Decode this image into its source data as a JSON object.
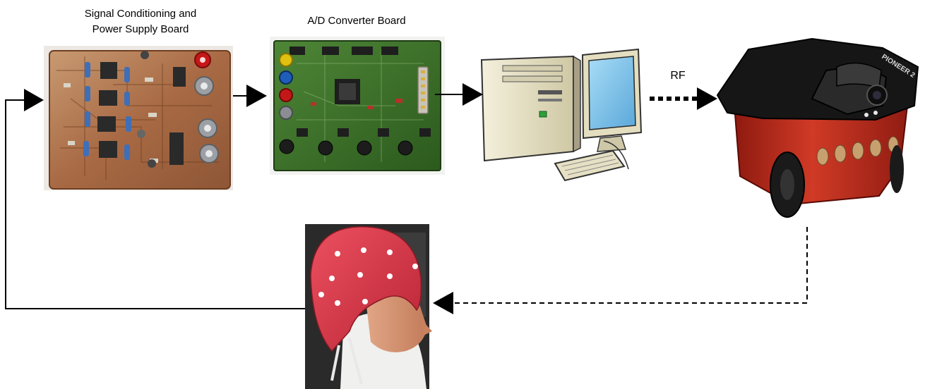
{
  "nodes": {
    "signal_board": {
      "label_line1": "Signal Conditioning and",
      "label_line2": "Power Supply Board"
    },
    "adc_board": {
      "label": "A/D Converter Board"
    },
    "computer": {},
    "robot": {
      "decal_text": "PIONEER 2"
    },
    "eeg_cap_user": {}
  },
  "links": {
    "computer_to_robot": {
      "label": "RF",
      "style": "dotted"
    },
    "robot_to_user": {
      "style": "dashed"
    }
  },
  "colors": {
    "arrow": "#000000",
    "pcb": "#b07850",
    "adc_pcb": "#3c6e28",
    "computer_case": "#e8e2c4",
    "screen": "#7cc4ee",
    "robot_body": "#b82818",
    "robot_top": "#161616",
    "eeg_cap": "#d83040"
  }
}
